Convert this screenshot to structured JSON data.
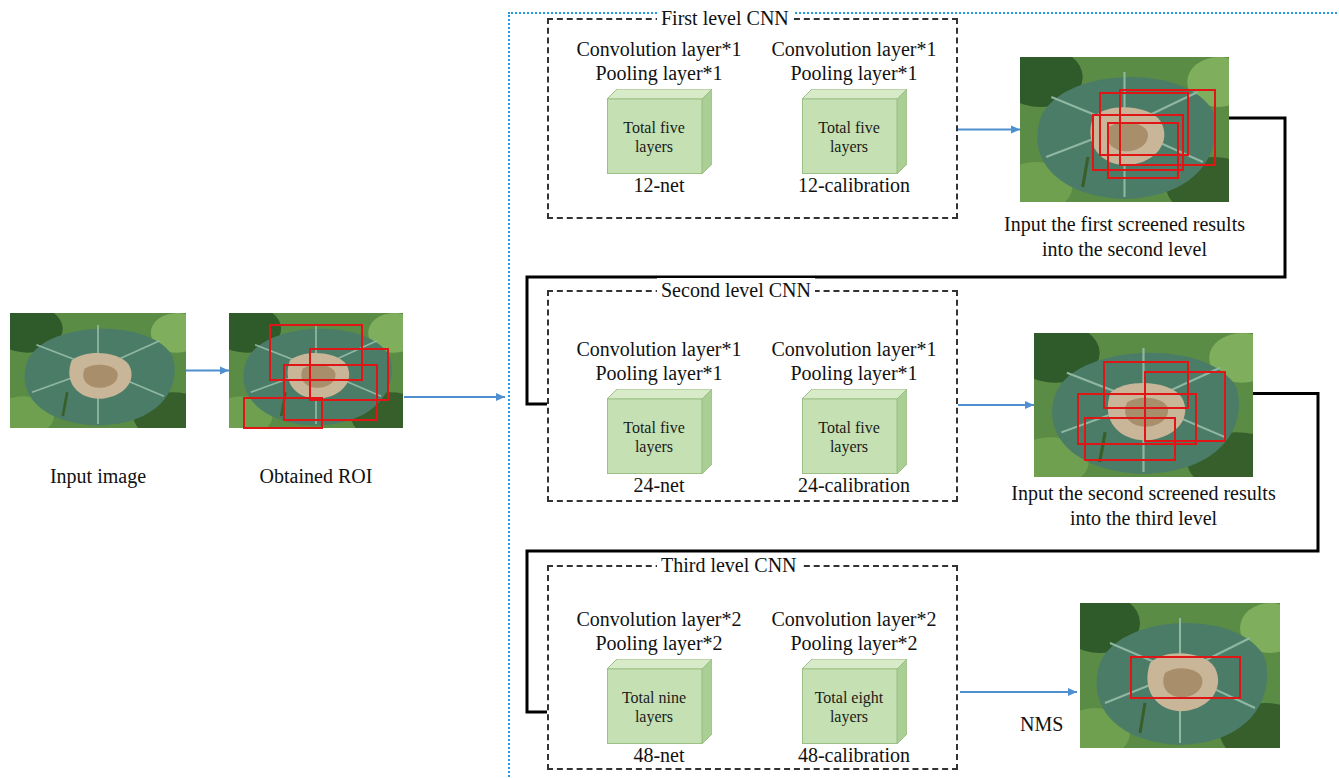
{
  "diagram": {
    "nodes": [
      {
        "text": [
          "Input image"
        ]
      },
      {
        "text": [
          "Obtained ROI"
        ]
      },
      {
        "text": [
          "First level CNN"
        ]
      },
      {
        "text": [
          "Convolution layer*1 Pooling layer*1",
          "Total five layers",
          "12-net"
        ],
        "in": 2
      },
      {
        "text": [
          "Convolution layer*1 Pooling layer*1",
          "Total five layers",
          "12-calibration"
        ],
        "in": 2
      },
      {
        "text": [
          "Input the first screened results into the second level"
        ]
      },
      {
        "text": [
          "Second level CNN"
        ]
      },
      {
        "text": [
          "Convolution layer*1 Pooling layer*1",
          "Total five layers",
          "24-net"
        ],
        "in": 6
      },
      {
        "text": [
          "Convolution layer*1 Pooling layer*1",
          "Total five layers",
          "24-calibration"
        ],
        "in": 6
      },
      {
        "text": [
          "Input the second screened results into the third level"
        ]
      },
      {
        "text": [
          "Third level CNN"
        ]
      },
      {
        "text": [
          "Convolution layer*2 Pooling layer*2",
          "Total nine layers",
          "48-net"
        ],
        "in": 10
      },
      {
        "text": [
          "Convolution layer*2 Pooling layer*2",
          "Total eight layers",
          "48-calibration"
        ],
        "in": 10
      }
    ],
    "edges": [
      {
        "from": 0,
        "to": 1,
        "arrow": "to"
      },
      {
        "from": 2,
        "to": 5,
        "arrow": "to"
      },
      {
        "from": 5,
        "to": 6,
        "arrow": "none"
      },
      {
        "from": 6,
        "to": 9,
        "arrow": "to"
      },
      {
        "from": 9,
        "to": 10,
        "arrow": "none"
      }
    ],
    "labels": [
      "NMS"
    ]
  }
}
